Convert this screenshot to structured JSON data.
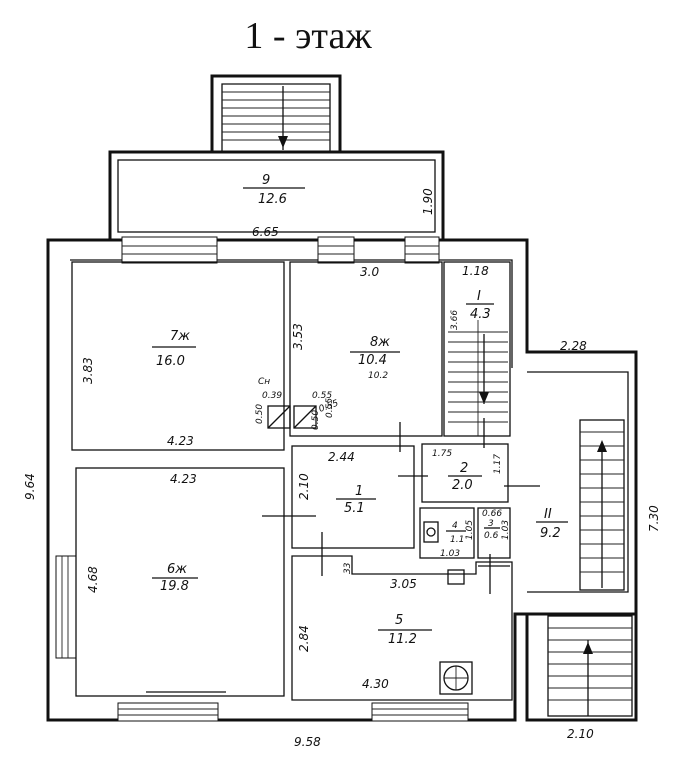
{
  "title": "1 - этаж",
  "rooms": {
    "r9": {
      "num": "9",
      "area": "12.6",
      "dim_a": "6.65",
      "dim_b": "1.90"
    },
    "r7": {
      "num": "7ж",
      "area": "16.0",
      "dim_a": "3.83",
      "dim_b": "4.23",
      "dim_c": "3.53"
    },
    "r8": {
      "num": "8ж",
      "area": "10.4",
      "area_alt": "10.2",
      "dim_a": "3.0"
    },
    "rI": {
      "num": "I",
      "area": "4.3",
      "dim_a": "1.18",
      "dim_b": "3.66"
    },
    "r1": {
      "num": "1",
      "area": "5.1",
      "dim_a": "2.44",
      "dim_b": "2.10"
    },
    "r2": {
      "num": "2",
      "area": "2.0",
      "dim_a": "1.75",
      "dim_b": "1.17"
    },
    "r6": {
      "num": "6ж",
      "area": "19.8",
      "dim_a": "4.23",
      "dim_b": "4.68"
    },
    "r4": {
      "num": "4",
      "area": "1.1",
      "dim_a": "1.03",
      "dim_b": "1.05"
    },
    "r3": {
      "num": "3",
      "area": "0.6",
      "dim_a": "0.66",
      "dim_b": "1.03"
    },
    "r5": {
      "num": "5",
      "area": "11.2",
      "dim_a": "3.05",
      "dim_b": "2.84",
      "dim_c": "4.30",
      "dim_d": "33"
    },
    "rII": {
      "num": "II",
      "area": "9.2",
      "dim_a": "2.28",
      "dim_b": "7.30"
    }
  },
  "chimney": {
    "a": "0.55",
    "b": "0.55",
    "c": "0.50",
    "d": "0.39",
    "e": "0.50",
    "f": "0.55",
    "label": "Сн"
  },
  "overall": {
    "height": "9.64",
    "width": "9.58",
    "porch": "2.10"
  }
}
